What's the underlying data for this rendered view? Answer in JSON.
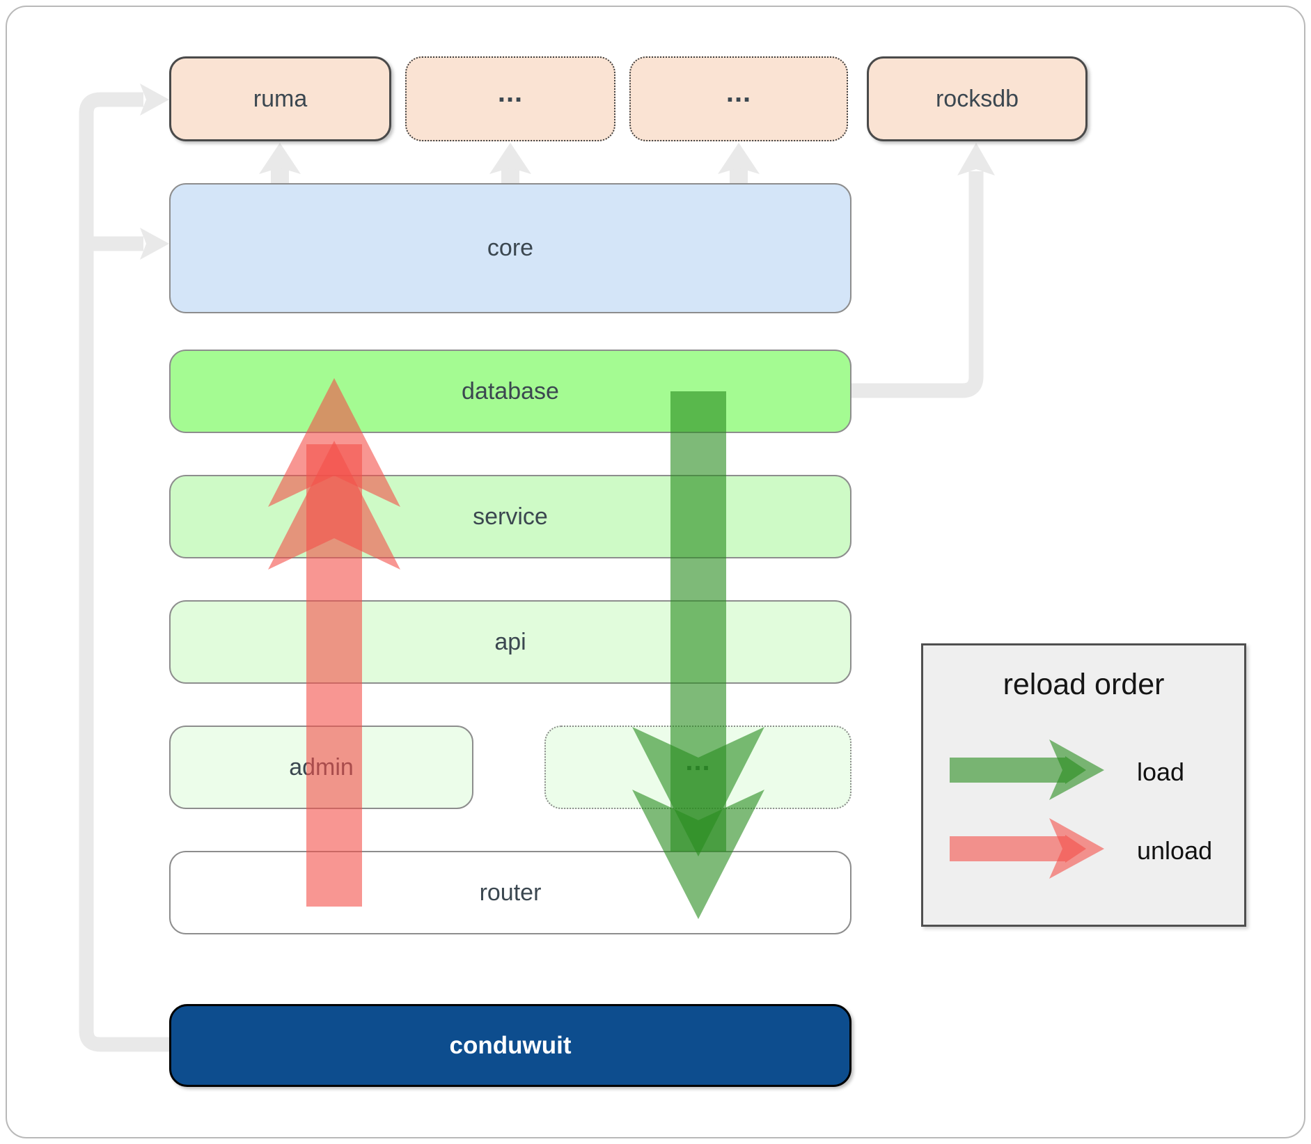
{
  "diagram": {
    "top_row": [
      {
        "label": "ruma",
        "style": "solid"
      },
      {
        "label": "...",
        "style": "dotted"
      },
      {
        "label": "...",
        "style": "dotted"
      },
      {
        "label": "rocksdb",
        "style": "solid"
      }
    ],
    "layers": [
      {
        "label": "core"
      },
      {
        "label": "database"
      },
      {
        "label": "service"
      },
      {
        "label": "api"
      }
    ],
    "admin_row": [
      {
        "label": "admin",
        "style": "solid"
      },
      {
        "label": "...",
        "style": "dotted"
      }
    ],
    "router": {
      "label": "router"
    },
    "app": {
      "label": "conduwuit"
    }
  },
  "legend": {
    "title": "reload order",
    "items": [
      {
        "label": "load",
        "color": "#288c1e"
      },
      {
        "label": "unload",
        "color": "#f3504a"
      }
    ]
  },
  "icons": {
    "load_arrow": "green-down-arrow",
    "unload_arrow": "red-up-arrow",
    "dependency_connector": "gray-elbow-arrow"
  },
  "colors": {
    "peach_fill": "#fae3d3",
    "peach_border": "#4a4a4a",
    "core_fill": "#d4e5f8",
    "database_fill": "#a4fb92",
    "service_fill": "#cefac6",
    "api_fill": "#e1fcdc",
    "admin_fill": "#ecfdea",
    "router_fill": "#ffffff",
    "app_fill": "#0d4d8e",
    "box_border_gray": "#8d8d8d",
    "connector_gray": "#e9e9e9",
    "label_text": "#3b4750",
    "legend_bg": "#efefef",
    "legend_border": "#4f4f4f",
    "load_green": "#288c1e",
    "unload_red": "#f3504a"
  }
}
